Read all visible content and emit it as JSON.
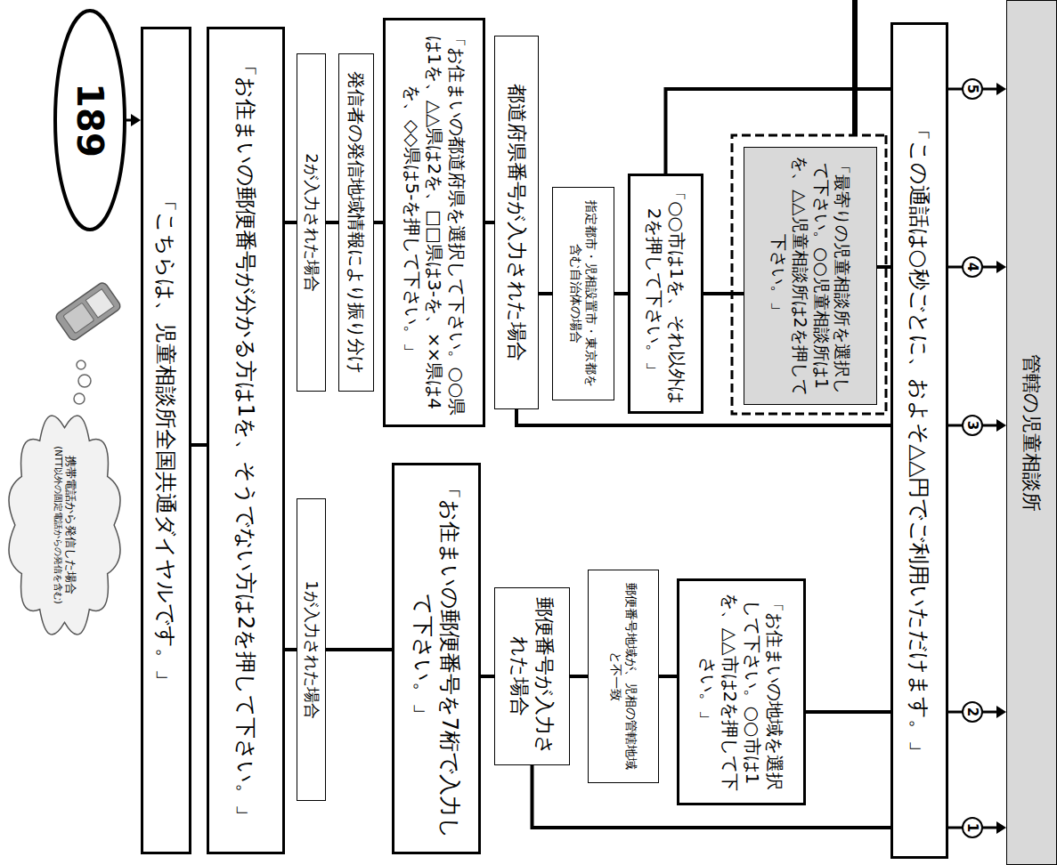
{
  "diagram": {
    "nodes": [
      {
        "text": [
          "携帯電話から発信した場合",
          "(NTT以外の固定電話からの発信を含む)"
        ]
      },
      {
        "text": [
          "189"
        ]
      },
      {
        "text": [
          "「こちらは、児童相談所全国共通ダイヤルです。」"
        ]
      },
      {
        "text": [
          "「お住まいの郵便番号が分かる方は1を、そうでない方は2を押して下さい。」"
        ]
      },
      {
        "text": [
          "1が入力された場合"
        ]
      },
      {
        "text": [
          "2が入力された場合"
        ]
      },
      {
        "text": [
          "「お住まいの郵便番号を7桁で入力して下さい。」"
        ]
      },
      {
        "text": [
          "発信者の発信地域情報により振り分け"
        ]
      },
      {
        "text": [
          "「お住まいの都道府県を選択して下さい。○○県は1を、△△県は2を、□□県は3-を、××県は4 を、◇◇県は5-を押して下さい。」"
        ]
      },
      {
        "text": [
          "郵便番号が入力された場合"
        ]
      },
      {
        "text": [
          "都道府県番号が入力された場合"
        ]
      },
      {
        "text": [
          "郵便番号地域が、児相の管轄地域と不一致"
        ]
      },
      {
        "text": [
          "指定都市・児相設置市・東京都を含む自治体の場合"
        ]
      },
      {
        "text": [
          "「お住まいの地域を選択して下さい。○○市は1を、△△市は2を押して下さい。」"
        ]
      },
      {
        "text": [
          "「○○市は1を、それ以外は2を押して下さい。」"
        ]
      },
      {
        "text": [
          "「最寄りの児童相談所を選択して下さい。○○児童相談所は1を、△△児童相談所は2を押して下さい。」"
        ]
      },
      {
        "text": [
          "「この通話は○秒ごとに、およそ△△円でご利用いただけます。」"
        ]
      },
      {
        "text": [
          "管轄の児童相談所"
        ]
      }
    ],
    "edges": [
      {
        "from": 1,
        "to": 2,
        "arrow": "to"
      },
      {
        "from": 2,
        "to": 3,
        "arrow": "none"
      },
      {
        "from": 3,
        "to": 4,
        "arrow": "none"
      },
      {
        "from": 3,
        "to": 5,
        "arrow": "none"
      },
      {
        "from": 4,
        "to": 6,
        "arrow": "none"
      },
      {
        "from": 5,
        "to": 7,
        "arrow": "none"
      },
      {
        "from": 7,
        "to": 8,
        "arrow": "none"
      },
      {
        "from": 6,
        "to": 9,
        "arrow": "none"
      },
      {
        "from": 8,
        "to": 10,
        "arrow": "none"
      },
      {
        "from": 9,
        "to": 11,
        "arrow": "none"
      },
      {
        "from": 10,
        "to": 12,
        "arrow": "none"
      },
      {
        "from": 11,
        "to": 13,
        "arrow": "none"
      },
      {
        "from": 12,
        "to": 14,
        "arrow": "none"
      },
      {
        "from": 9,
        "to": 16,
        "arrow": "none"
      },
      {
        "from": 13,
        "to": 16,
        "arrow": "none"
      },
      {
        "from": 10,
        "to": 16,
        "arrow": "none"
      },
      {
        "from": 14,
        "to": 15,
        "arrow": "none"
      },
      {
        "from": 15,
        "to": 16,
        "arrow": "none"
      },
      {
        "from": 14,
        "to": 16,
        "arrow": "none"
      },
      {
        "from": 16,
        "to": 17,
        "arrow": "to"
      }
    ],
    "labels": [
      "1",
      "2",
      "3",
      "4",
      "5"
    ]
  }
}
